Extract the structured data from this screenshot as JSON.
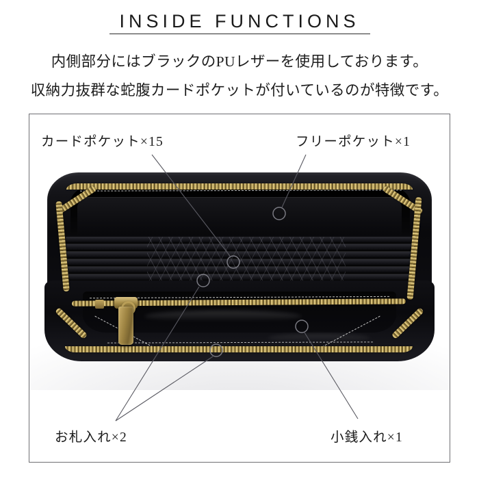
{
  "header": {
    "title": "INSIDE FUNCTIONS",
    "description_line_1": "内側部分にはブラックのPUレザーを使用しております。",
    "description_line_2": "収納力抜群な蛇腹カードポケットが付いているのが特徴です。"
  },
  "callouts": {
    "card_pocket": "カードポケット×15",
    "free_pocket": "フリーポケット×1",
    "bill_pocket": "お札入れ×2",
    "coin_pocket": "小銭入れ×1"
  },
  "product": {
    "subject": "long zip-around wallet interior",
    "interior_material": "PU leather",
    "interior_color": "black",
    "hardware_color": "antique gold",
    "card_pocket_count": 15,
    "free_pocket_count": 1,
    "bill_pocket_count": 2,
    "coin_pocket_count": 1
  },
  "colors": {
    "text": "#1a1a1a",
    "frame_border": "#6e6e72",
    "leader_line": "#595961",
    "leather_black": "#0a0a0d",
    "zipper_gold": "#9c8442",
    "stitching_white": "#f2f2f0",
    "background": "#ffffff"
  }
}
